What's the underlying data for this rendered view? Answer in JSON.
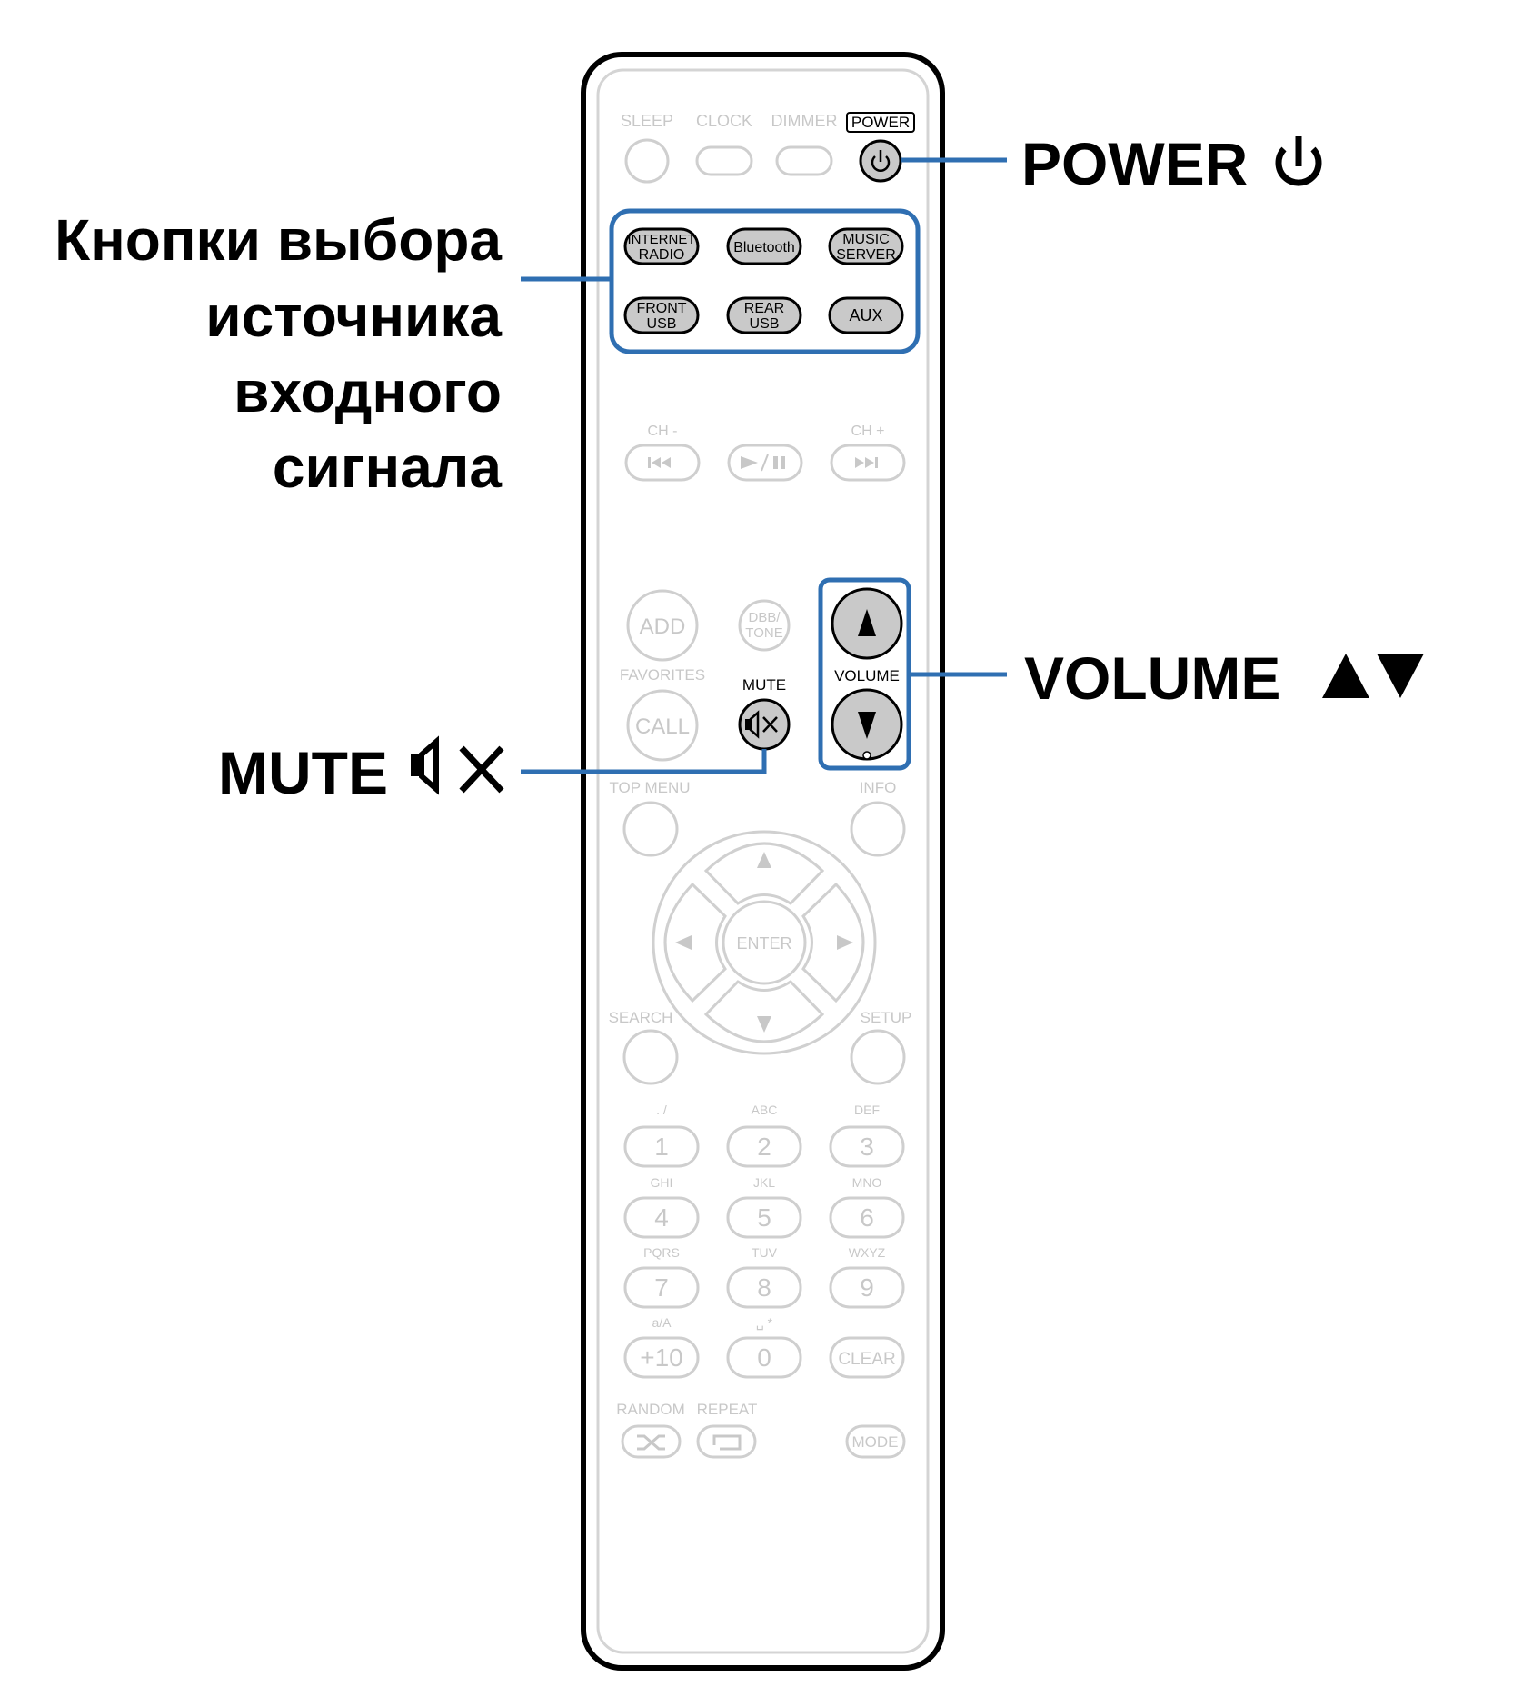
{
  "callouts": {
    "power": "POWER",
    "source_line1": "Кнопки выбора",
    "source_line2": "источника",
    "source_line3": "входного",
    "source_line4": "сигнала",
    "volume": "VOLUME",
    "mute": "MUTE"
  },
  "remote": {
    "top_row": [
      "SLEEP",
      "CLOCK",
      "DIMMER",
      "POWER"
    ],
    "source_buttons": {
      "internet_radio": [
        "INTERNET",
        "RADIO"
      ],
      "bluetooth": "Bluetooth",
      "music_server": [
        "MUSIC",
        "SERVER"
      ],
      "front_usb": [
        "FRONT",
        "USB"
      ],
      "rear_usb": [
        "REAR",
        "USB"
      ],
      "aux": "AUX"
    },
    "ch_minus": "CH -",
    "ch_plus": "CH +",
    "add": "ADD",
    "dbb_tone": [
      "DBB/",
      "TONE"
    ],
    "favorites": "FAVORITES",
    "call": "CALL",
    "mute": "MUTE",
    "volume": "VOLUME",
    "top_menu": "TOP MENU",
    "info": "INFO",
    "enter": "ENTER",
    "search": "SEARCH",
    "setup": "SETUP",
    "keypad": [
      {
        "sub": ". /",
        "digit": "1"
      },
      {
        "sub": "ABC",
        "digit": "2"
      },
      {
        "sub": "DEF",
        "digit": "3"
      },
      {
        "sub": "GHI",
        "digit": "4"
      },
      {
        "sub": "JKL",
        "digit": "5"
      },
      {
        "sub": "MNO",
        "digit": "6"
      },
      {
        "sub": "PQRS",
        "digit": "7"
      },
      {
        "sub": "TUV",
        "digit": "8"
      },
      {
        "sub": "WXYZ",
        "digit": "9"
      },
      {
        "sub": "a/A",
        "digit": "+10"
      },
      {
        "sub": "␣ *",
        "digit": "0"
      },
      {
        "sub": "",
        "digit": "CLEAR"
      }
    ],
    "random": "RANDOM",
    "repeat": "REPEAT",
    "mode": "MODE"
  },
  "colors": {
    "callout_blue": "#2f6fb2",
    "active_button": "#c9c9c9",
    "inactive_text": "#c8c8c8"
  }
}
